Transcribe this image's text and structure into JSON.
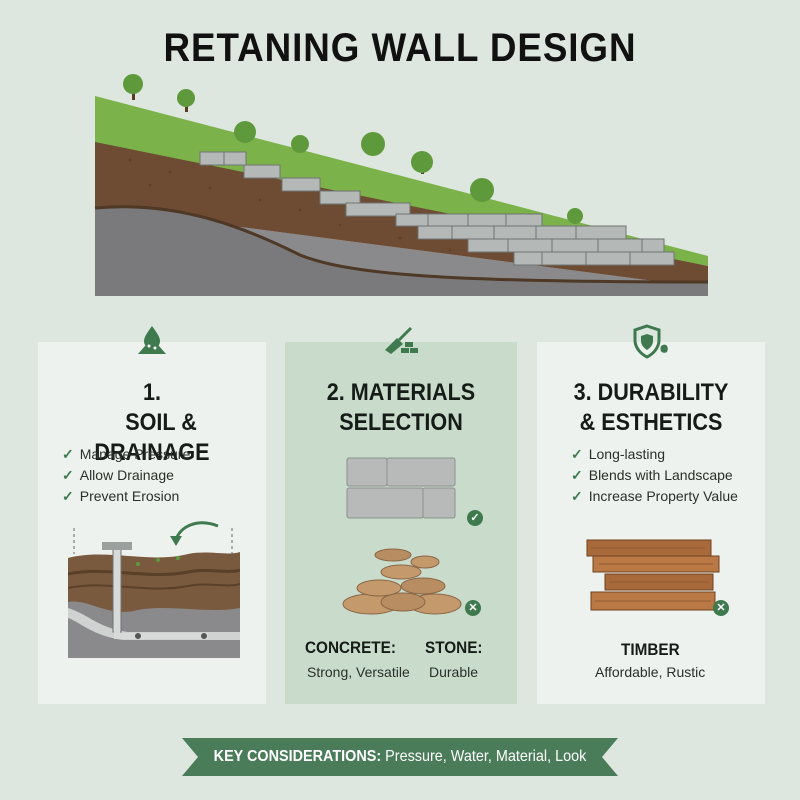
{
  "title": "RETANING WALL DESIGN",
  "sections": [
    {
      "number": "1.",
      "heading_line1": "SOIL &",
      "heading_line2": "DRAINAGE",
      "icon": "water-drop-icon",
      "checks": [
        "Manage Pressure",
        "Allow Drainage",
        "Prevent Erosion"
      ]
    },
    {
      "heading_line1": "2. MATERIALS",
      "heading_line2": "SELECTION",
      "icon": "trowel-bricks-icon",
      "materials": [
        {
          "label": "CONCRETE:",
          "desc": "Strong, Versatile",
          "status": "check"
        },
        {
          "label": "STONE:",
          "desc": "Durable",
          "status": "cross"
        }
      ]
    },
    {
      "heading_line1": "3. DURABILITY",
      "heading_line2": "& ESTHETICS",
      "icon": "shield-leaf-icon",
      "checks": [
        "Long-lasting",
        "Blends with Landscape",
        "Increase Property Value"
      ],
      "material": {
        "label": "TIMBER",
        "desc": "Affordable, Rustic",
        "status": "cross"
      }
    }
  ],
  "banner": {
    "label": "KEY CONSIDERATIONS:",
    "text": "Pressure, Water, Material, Look"
  },
  "colors": {
    "accent": "#3f7a4f",
    "banner": "#4a7c5a",
    "grass": "#7cb24a",
    "soil": "#6b4a33",
    "rock": "#7d7d7f",
    "background": "#dde7df"
  }
}
